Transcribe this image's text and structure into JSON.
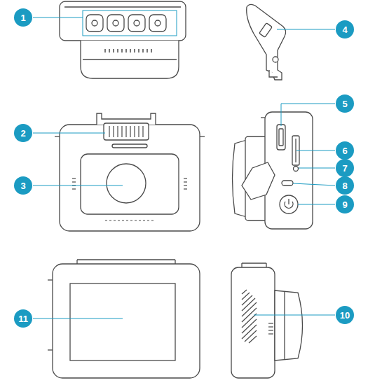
{
  "diagram": {
    "labels": [
      "1",
      "2",
      "3",
      "4",
      "5",
      "6",
      "7",
      "8",
      "9",
      "10",
      "11"
    ]
  }
}
